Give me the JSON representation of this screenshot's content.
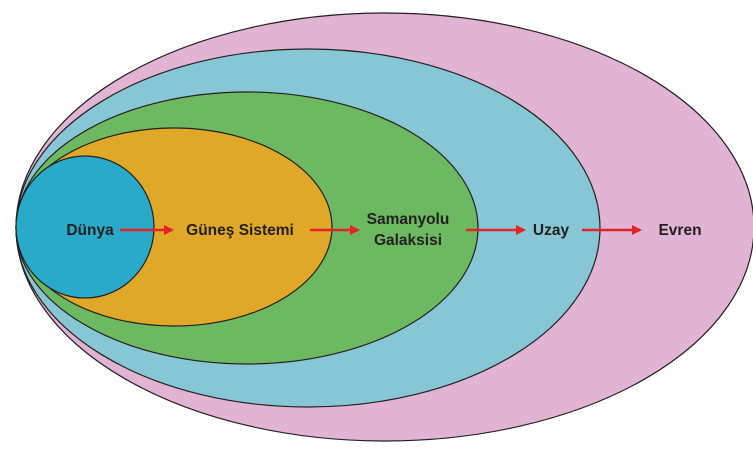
{
  "diagram": {
    "colors": {
      "evren": "#e1b4d3",
      "uzay": "#87c6d4",
      "galaksi": "#6cb961",
      "gunes": "#e0a828",
      "dunya": "#29aac9",
      "arrow": "#e52228",
      "outline": "#231f20"
    },
    "labels": {
      "dunya": "Dünya",
      "gunes": "Güneş Sistemi",
      "galaksi_line1": "Samanyolu",
      "galaksi_line2": "Galaksisi",
      "uzay": "Uzay",
      "evren": "Evren"
    }
  }
}
